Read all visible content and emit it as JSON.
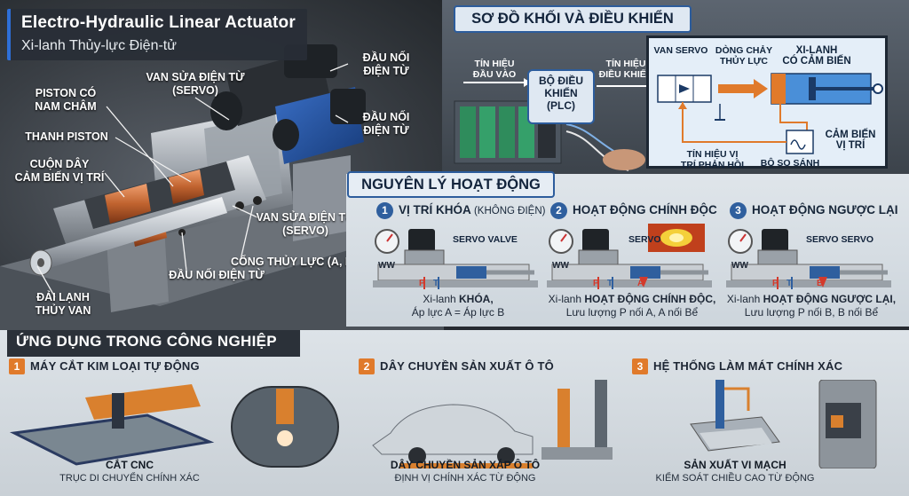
{
  "title": {
    "main": "Electro-Hydraulic Linear Actuator",
    "sub": "Xi-lanh Thủy-lực Điện-tử"
  },
  "photo_callouts": {
    "dau_noi_1": "ĐẦU NỐI\nĐIỆN TỪ",
    "dau_noi_2": "ĐẦU NỐI\nĐIỆN TỪ",
    "van_sua_top": "VAN SỬA ĐIỆN TỪ\n(SERVO)",
    "piston_nam_cham": "PISTON CÓ\nNAM CHÂM",
    "thanh_piston": "THANH PISTON",
    "cuon_day": "CUỘN DÂY\nCẢM BIẾN VỊ TRÍ",
    "van_sua_mid": "VAN SỬA ĐIỆN TỪ\n(SERVO)",
    "cong_thuy_luc": "CỔNG THỦY LỰC (A, B)",
    "dau_noi_bottom": "ĐẦU NỐI ĐIỆN TỪ",
    "dai_lanh": "ĐẢI LẠNH\nTHỦY VAN"
  },
  "block_diagram": {
    "heading": "SƠ ĐỒ KHỐI VÀ ĐIỀU KHIỂN",
    "input_signal": "TÍN HIỆU\nĐẦU VÀO",
    "controller": "BỘ ĐIỀU\nKHIỂN\n(PLC)",
    "control_signal": "TÍN HIỆU\nĐIỀU KHIỂN",
    "servo_valve": "VAN SERVO",
    "flow": "DÒNG CHẢY\nTHỦY LỰC",
    "cylinder": "XI-LANH\nCÓ CẢM BIẾN",
    "feedback": "TÍN HIỆU VỊ\nTRÍ PHẢN HỒI",
    "comparator": "BỘ SO SÁNH",
    "sensor": "CẢM BIẾN\nVỊ TRÍ"
  },
  "principle": {
    "heading": "NGUYÊN LÝ HOẠT ĐỘNG",
    "steps": [
      {
        "num": "1",
        "title": "VỊ TRÍ KHÓA",
        "title_suffix": " (KHÔNG ĐIỆN)",
        "valve_label": "SERVO VALVE",
        "port_labels": [
          "WW",
          "P",
          "T"
        ],
        "caption_prefix": "Xi-lanh ",
        "caption_bold": "KHÓA,",
        "caption2": "Áp lực A = Áp lực B"
      },
      {
        "num": "2",
        "title": "HOẠT ĐỘNG CHÍNH ĐỘC",
        "title_suffix": "",
        "valve_label": "SERVO",
        "port_labels": [
          "WW",
          "P",
          "T",
          "A"
        ],
        "caption_prefix": "Xi-lanh ",
        "caption_bold": "HOẠT ĐỘNG CHÍNH ĐỘC,",
        "caption2": "Lưu lượng P nối A, A nối Bể"
      },
      {
        "num": "3",
        "title": "HOẠT ĐỘNG NGƯỢC LẠI",
        "title_suffix": "",
        "valve_label": "SERVO SERVO",
        "port_labels": [
          "WW",
          "P",
          "T",
          "B"
        ],
        "caption_prefix": "Xi-lanh ",
        "caption_bold": "HOẠT ĐỘNG NGƯỢC LẠI,",
        "caption2": "Lưu lượng P nối B, B nối Bể"
      }
    ]
  },
  "applications": {
    "heading": "ỨNG DỤNG TRONG CÔNG NGHIỆP",
    "items": [
      {
        "num": "1",
        "title": "MÁY CẮT KIM LOẠI TỰ ĐỘNG",
        "cap1": "CẮT CNC",
        "cap2": "TRỤC DI CHUYỂN CHÍNH XÁC"
      },
      {
        "num": "2",
        "title": "DÂY CHUYỀN SẢN XUẤT Ô TÔ",
        "cap1": "DÂY CHUYỀN SẢN XÁP Ô TÔ",
        "cap2": "ĐỊNH VỊ CHÍNH XÁC TỪ ĐỘNG"
      },
      {
        "num": "3",
        "title": "HỆ THỐNG LÀM MÁT CHÍNH XÁC",
        "cap1": "SẢN XUẤT VI MẠCH",
        "cap2": "KIỂM SOÁT CHIỀU CAO TỪ ĐỘNG"
      }
    ]
  },
  "colors": {
    "accent_blue": "#2e6fd8",
    "accent_orange": "#e07a2b",
    "valve_blue": "#1f4f9a",
    "port_red": "#d33a2c"
  }
}
